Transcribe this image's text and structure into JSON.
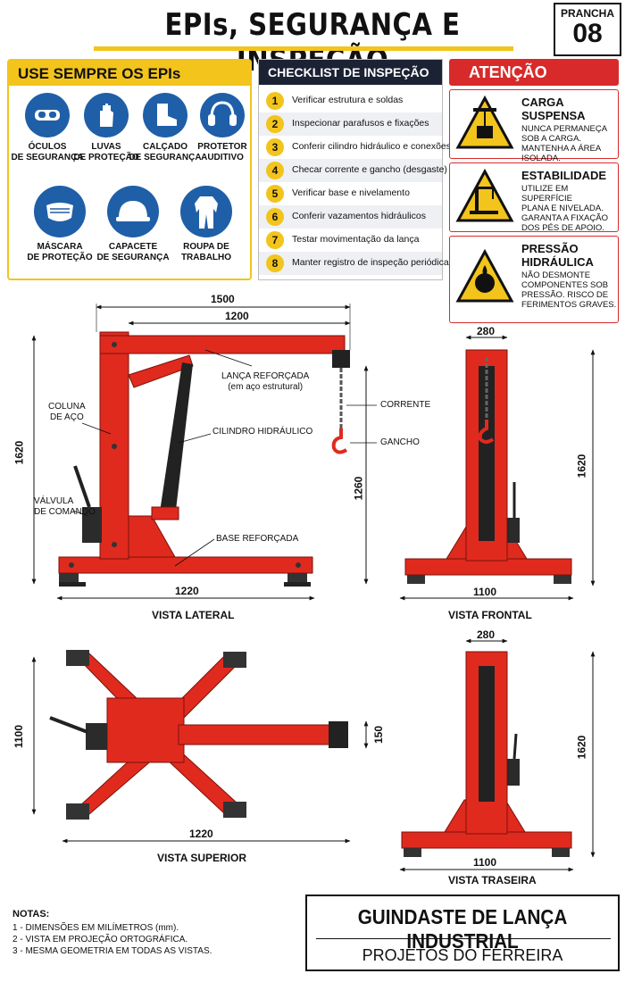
{
  "header": {
    "title": "EPIs, SEGURANÇA E INSPEÇÃO",
    "sheet_label": "PRANCHA",
    "sheet_number": "08"
  },
  "epi": {
    "title": "USE SEMPRE OS EPIs",
    "items": [
      {
        "label_1": "ÓCULOS",
        "label_2": "DE SEGURANÇA",
        "icon": "goggles-icon"
      },
      {
        "label_1": "LUVAS",
        "label_2": "DE PROTEÇÃO",
        "icon": "gloves-icon"
      },
      {
        "label_1": "CALÇADO",
        "label_2": "DE SEGURANÇA",
        "icon": "boot-icon"
      },
      {
        "label_1": "PROTETOR",
        "label_2": "AUDITIVO",
        "icon": "ear-protector-icon"
      },
      {
        "label_1": "MÁSCARA",
        "label_2": "DE PROTEÇÃO",
        "icon": "mask-icon"
      },
      {
        "label_1": "CAPACETE",
        "label_2": "DE SEGURANÇA",
        "icon": "helmet-icon"
      },
      {
        "label_1": "ROUPA DE",
        "label_2": "TRABALHO",
        "icon": "coverall-icon"
      }
    ]
  },
  "checklist": {
    "title": "CHECKLIST DE INSPEÇÃO",
    "items": [
      {
        "n": "1",
        "text": "Verificar estrutura e soldas"
      },
      {
        "n": "2",
        "text": "Inspecionar parafusos e fixações"
      },
      {
        "n": "3",
        "text": "Conferir cilindro hidráulico e conexões"
      },
      {
        "n": "4",
        "text": "Checar corrente e gancho (desgaste)"
      },
      {
        "n": "5",
        "text": "Verificar base e nivelamento"
      },
      {
        "n": "6",
        "text": "Conferir vazamentos hidráulicos"
      },
      {
        "n": "7",
        "text": "Testar movimentação da lança"
      },
      {
        "n": "8",
        "text": "Manter registro de inspeção periódica"
      }
    ]
  },
  "attention": {
    "title": "ATENÇÃO",
    "cards": [
      {
        "title_1": "CARGA SUSPENSA",
        "title_2": "",
        "l1": "NUNCA PERMANEÇA",
        "l2": "SOB A CARGA.",
        "l3": "MANTENHA A ÁREA",
        "l4": "ISOLADA.",
        "icon": "suspended-load-icon"
      },
      {
        "title_1": "ESTABILIDADE",
        "title_2": "",
        "l1": "UTILIZE EM SUPERFÍCIE",
        "l2": "PLANA E NIVELADA.",
        "l3": "GARANTA A FIXAÇÃO",
        "l4": "DOS PÉS DE APOIO.",
        "icon": "stability-icon"
      },
      {
        "title_1": "PRESSÃO",
        "title_2": "HIDRÁULICA",
        "l1": "NÃO DESMONTE",
        "l2": "COMPONENTES SOB",
        "l3": "PRESSÃO. RISCO DE",
        "l4": "FERIMENTOS GRAVES.",
        "icon": "hydraulic-pressure-icon"
      }
    ]
  },
  "views": {
    "lateral": {
      "title": "VISTA LATERAL",
      "dim_total": "1500",
      "dim_boom": "1200",
      "dim_height": "1620",
      "dim_hook": "1260",
      "dim_base": "1220",
      "lbl_column_1": "COLUNA",
      "lbl_column_2": "DE AÇO",
      "lbl_boom_1": "LANÇA REFORÇADA",
      "lbl_boom_2": "(em aço estrutural)",
      "lbl_chain": "CORRENTE",
      "lbl_hook": "GANCHO",
      "lbl_cylinder": "CILINDRO HIDRÁULICO",
      "lbl_valve_1": "VÁLVULA",
      "lbl_valve_2": "DE COMANDO",
      "lbl_base": "BASE REFORÇADA"
    },
    "frontal": {
      "title": "VISTA FRONTAL",
      "dim_top": "280",
      "dim_height": "1620",
      "dim_base": "1100"
    },
    "superior": {
      "title": "VISTA SUPERIOR",
      "dim_height": "1100",
      "dim_small": "150",
      "dim_base": "1220"
    },
    "traseira": {
      "title": "VISTA TRASEIRA",
      "dim_top": "280",
      "dim_height": "1620",
      "dim_base": "1100"
    }
  },
  "notes": {
    "title": "NOTAS:",
    "items": [
      "1 - DIMENSÕES EM MILÍMETROS (mm).",
      "2 - VISTA EM PROJEÇÃO ORTOGRÁFICA.",
      "3 - MESMA GEOMETRIA EM TODAS AS VISTAS."
    ]
  },
  "project": {
    "title": "GUINDASTE DE LANÇA INDUSTRIAL",
    "subtitle": "PROJETOS DO FERREIRA"
  },
  "colors": {
    "structure_red": "#e02a1e",
    "accent_yellow": "#f2c41c",
    "epi_blue": "#1f5fa8",
    "dark_navy": "#1b2233",
    "alert_red": "#d82a2a"
  }
}
